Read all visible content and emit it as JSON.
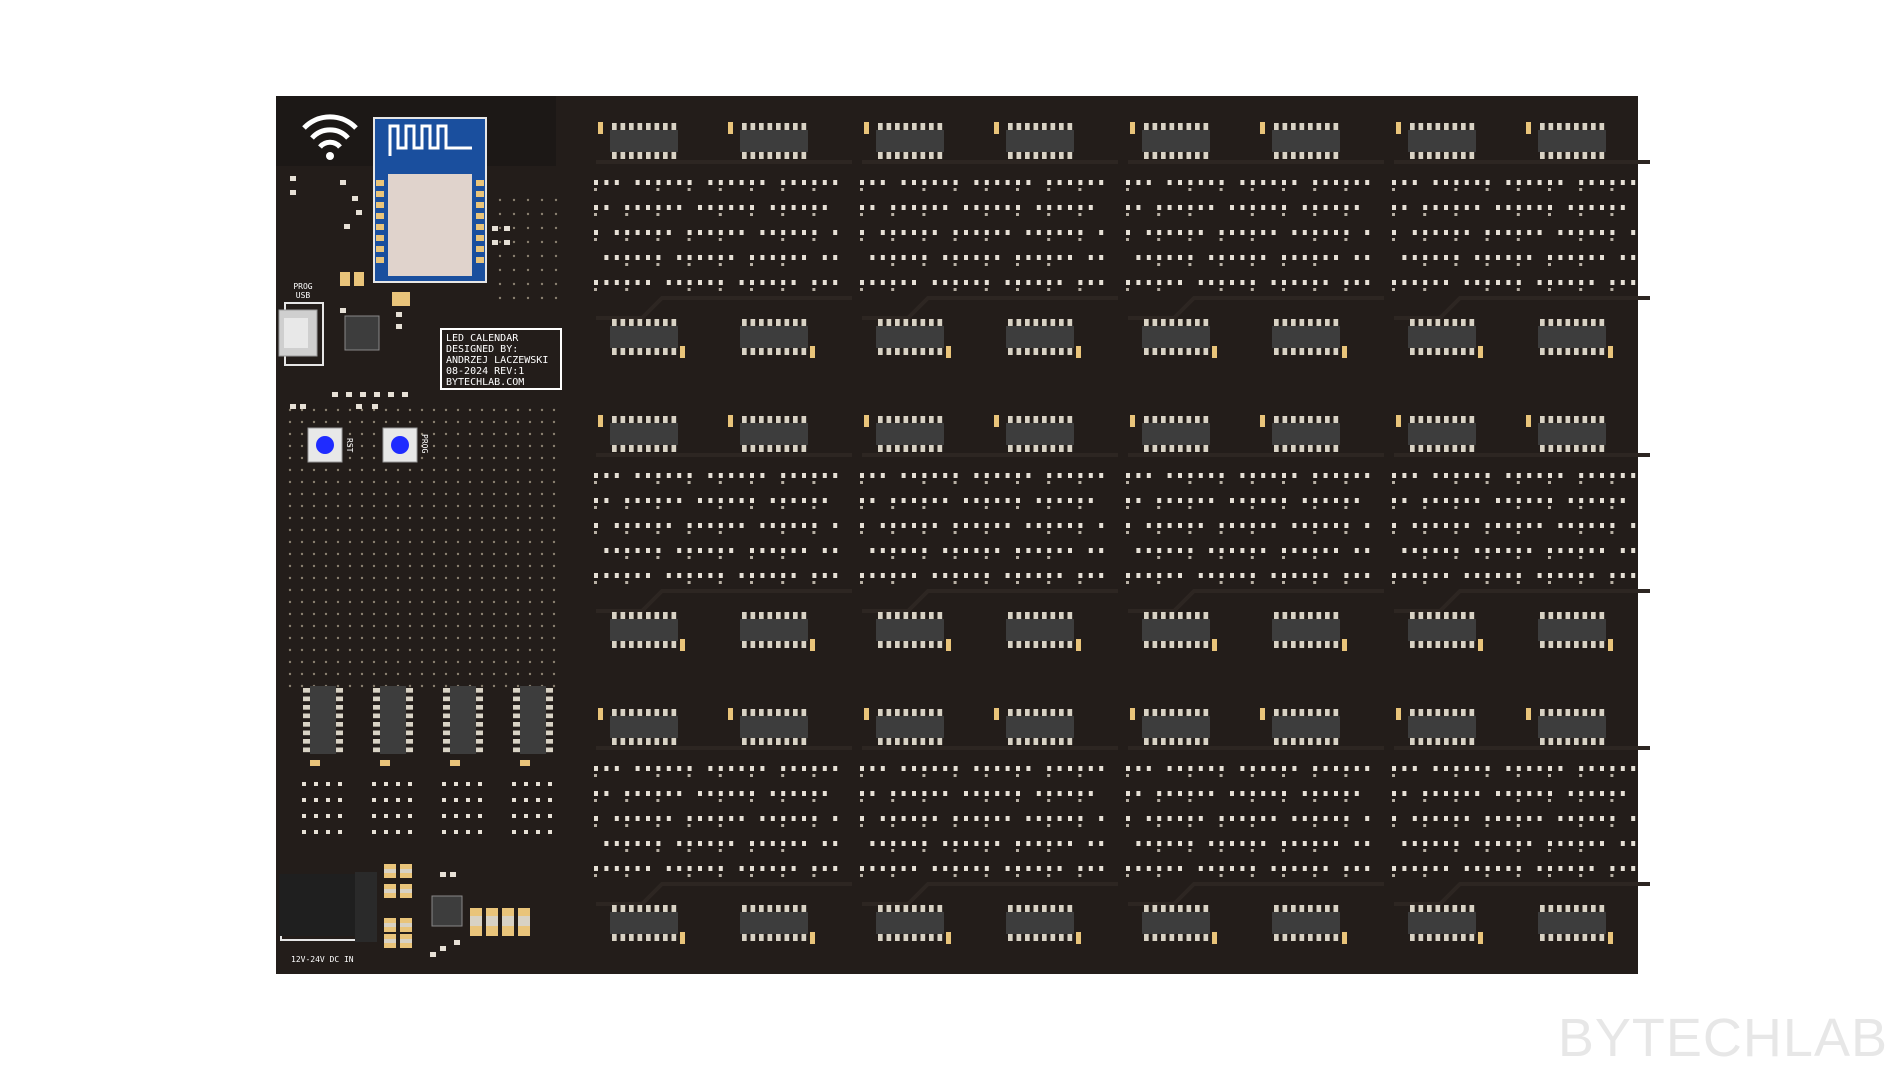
{
  "board": {
    "label_lines": [
      "LED CALENDAR",
      "DESIGNED BY:",
      "ANDRZEJ LACZEWSKI",
      "08-2024 REV:1",
      "BYTECHLAB.COM"
    ],
    "prog_usb_label": [
      "PROG",
      "USB"
    ],
    "rst_label": "RST",
    "prog_label": "PROG",
    "power_label": "12V-24V DC IN",
    "icons": [
      "wifi-icon"
    ],
    "colors": {
      "soldermask": "#231d1a",
      "silkscreen": "#ffffff",
      "ic_body": "#3d3d3d",
      "pad": "#d8d2c4",
      "button": "#1f2bff",
      "module_pcb": "#1a4f9e"
    }
  },
  "watermark": "BYTECHLAB"
}
